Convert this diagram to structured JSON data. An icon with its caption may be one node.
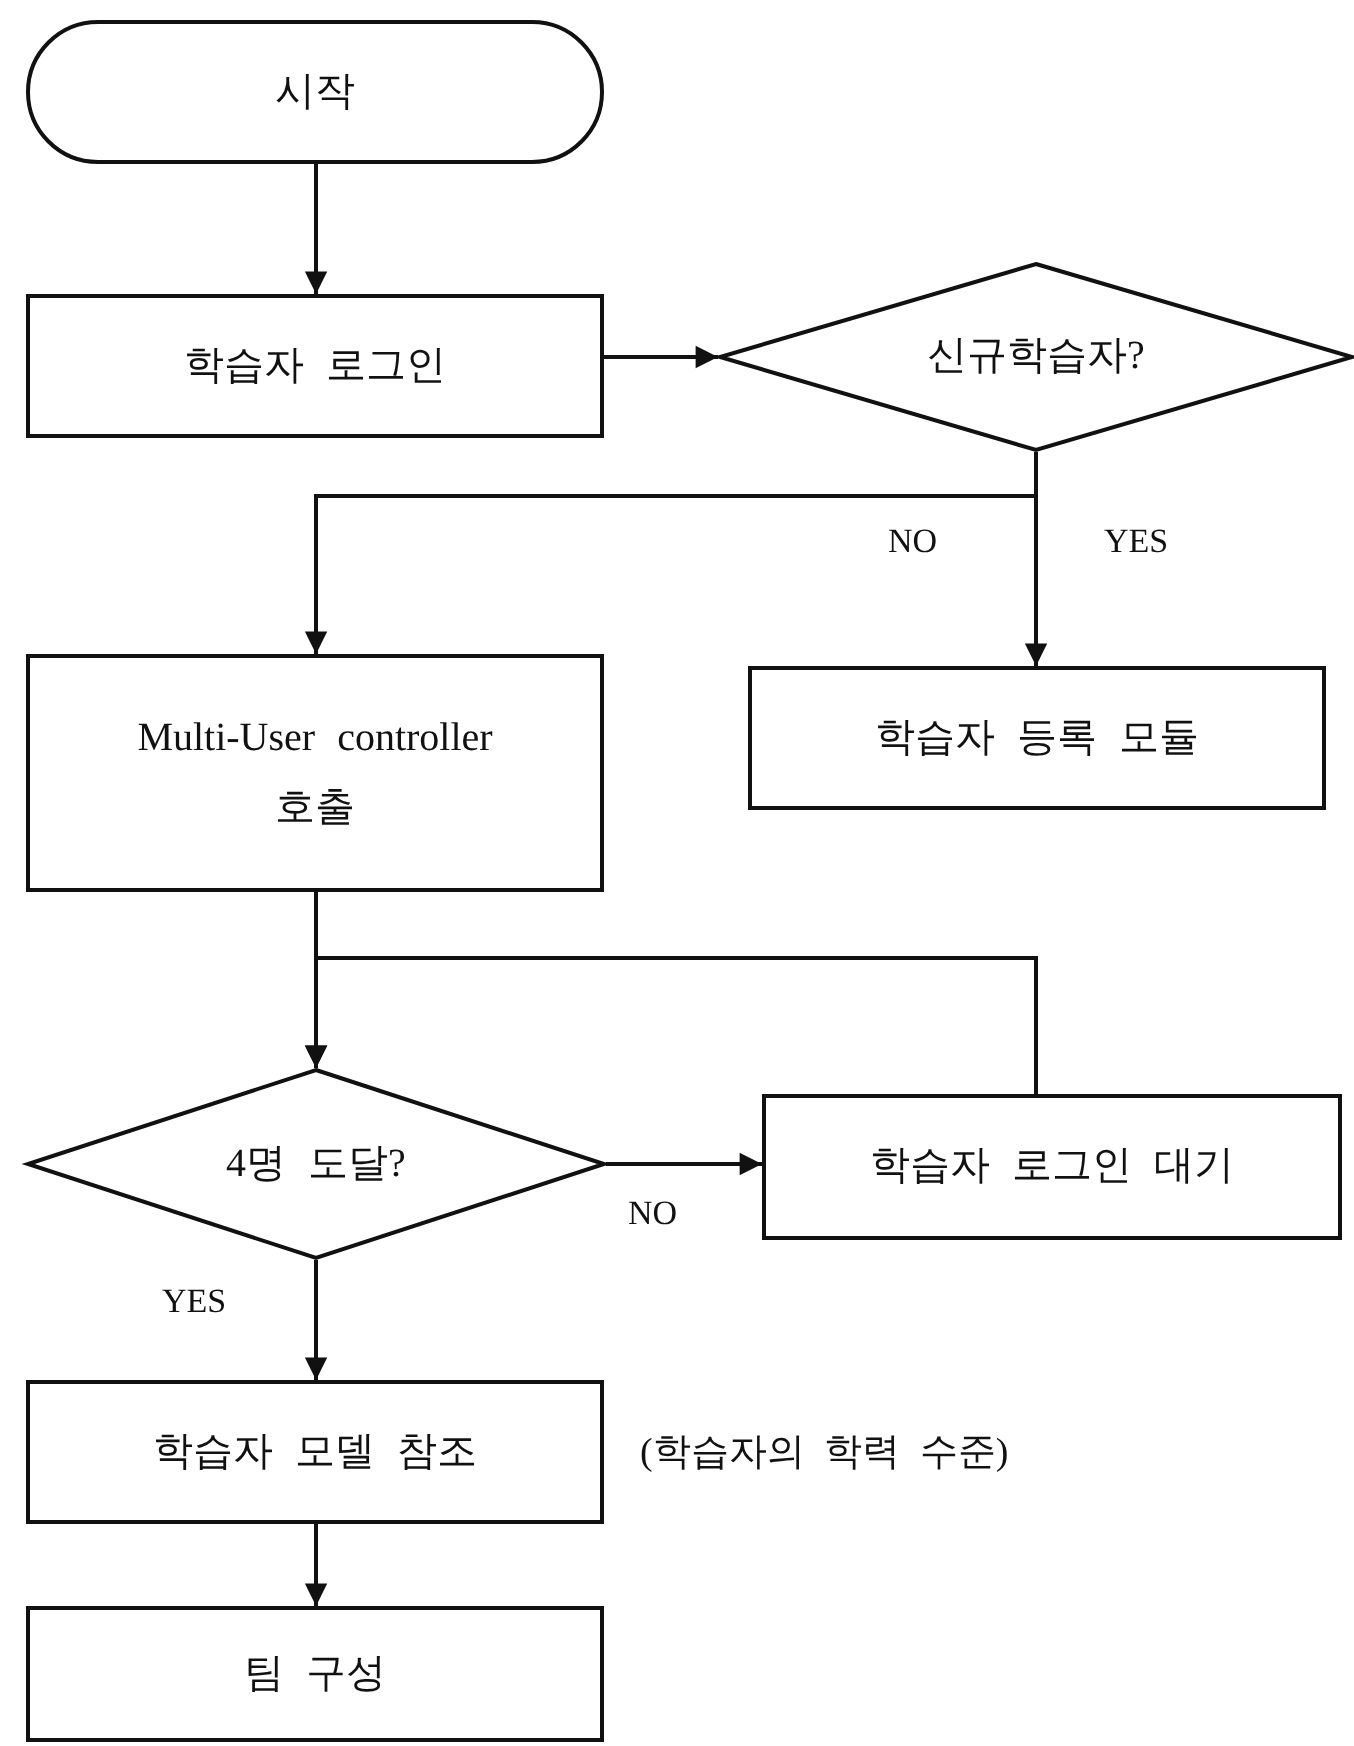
{
  "diagram": {
    "nodes": [
      {
        "text": [
          "시작"
        ]
      },
      {
        "text": [
          "학습자 로그인"
        ]
      },
      {
        "text": [
          "신규학습자?"
        ]
      },
      {
        "text": [
          "Multi-User controller 호출"
        ]
      },
      {
        "text": [
          "학습자 등록 모듈"
        ]
      },
      {
        "text": [
          "4명 도달?"
        ]
      },
      {
        "text": [
          "학습자 로그인 대기"
        ]
      },
      {
        "text": [
          "학습자 모델 참조"
        ],
        "beside": [
          "(학습자의 학력 수준)"
        ]
      },
      {
        "text": [
          "팀 구성"
        ]
      }
    ],
    "edges": [
      {
        "from": 0,
        "to": 1,
        "arrow": "to"
      },
      {
        "from": 1,
        "to": 2,
        "arrow": "to"
      },
      {
        "from": 2,
        "to": 3,
        "arrow": "to",
        "label": "NO"
      },
      {
        "from": 2,
        "to": 4,
        "arrow": "to",
        "label": "YES"
      },
      {
        "from": 3,
        "to": 5,
        "arrow": "to"
      },
      {
        "from": 5,
        "to": 6,
        "arrow": "to",
        "label": "NO"
      },
      {
        "from": 6,
        "to": 5,
        "arrow": "to"
      },
      {
        "from": 5,
        "to": 7,
        "arrow": "to",
        "label": "YES"
      },
      {
        "from": 7,
        "to": 8,
        "arrow": "to"
      }
    ]
  }
}
